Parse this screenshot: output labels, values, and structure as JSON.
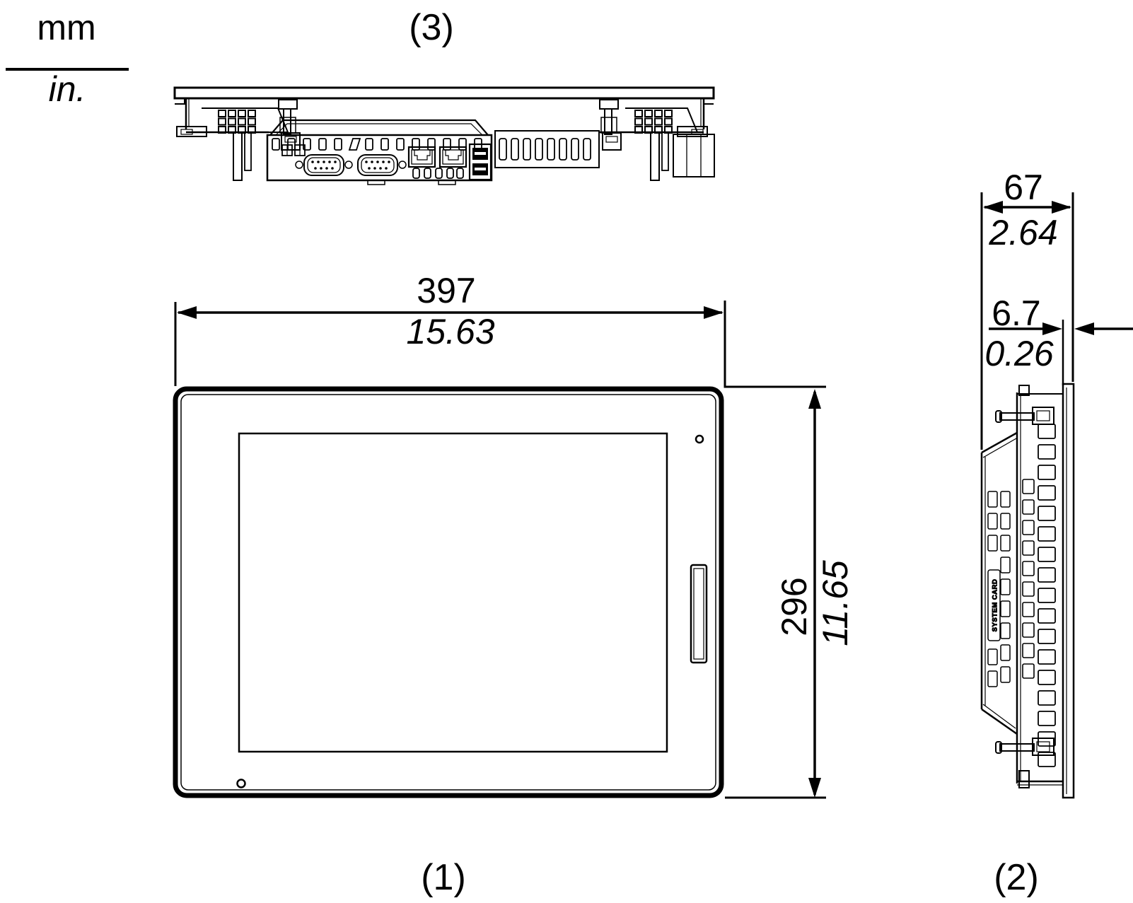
{
  "units_legend": {
    "mm": "mm",
    "in": "in."
  },
  "view_labels": {
    "front": "(1)",
    "side": "(2)",
    "top": "(3)"
  },
  "dimensions": {
    "width": {
      "mm": "397",
      "in": "15.63"
    },
    "height": {
      "mm": "296",
      "in": "11.65"
    },
    "depth": {
      "mm": "67",
      "in": "2.64"
    },
    "bezel_depth": {
      "mm": "6.7",
      "in": "0.26"
    }
  },
  "side_view": {
    "system_card_label": "SYSTEM CARD"
  },
  "colors": {
    "line": "#000000",
    "background": "#ffffff"
  }
}
